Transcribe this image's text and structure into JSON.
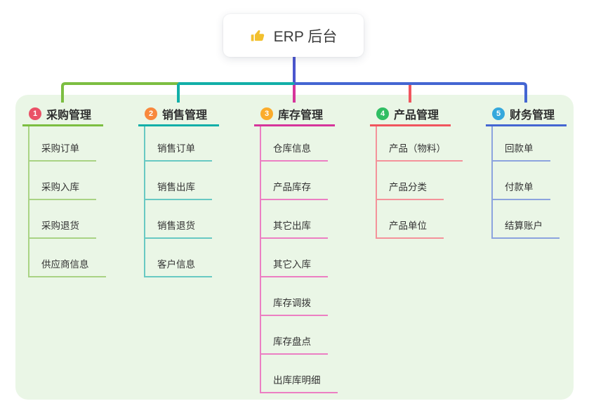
{
  "root": {
    "title": "ERP 后台",
    "icon": "thumbs-up-icon",
    "icon_color": "#F2C02E"
  },
  "panel": {
    "bg": "#EAF6E6"
  },
  "connector": {
    "root_line_color": "#4B56CE"
  },
  "branches": [
    {
      "num": "1",
      "label": "采购管理",
      "circle_color": "#EA5167",
      "line_color": "#7CBE41",
      "child_line_color": "#A9D384",
      "children": [
        "采购订单",
        "采购入库",
        "采购退货",
        "供应商信息"
      ]
    },
    {
      "num": "2",
      "label": "销售管理",
      "circle_color": "#F8883D",
      "line_color": "#12AFA8",
      "child_line_color": "#68C9C3",
      "children": [
        "销售订单",
        "销售出库",
        "销售退货",
        "客户信息"
      ]
    },
    {
      "num": "3",
      "label": "库存管理",
      "circle_color": "#FBAC2C",
      "line_color": "#D6359B",
      "child_line_color": "#EC7FC3",
      "children": [
        "仓库信息",
        "产品库存",
        "其它出库",
        "其它入库",
        "库存调拨",
        "库存盘点",
        "出库库明细"
      ]
    },
    {
      "num": "4",
      "label": "产品管理",
      "circle_color": "#30BE63",
      "line_color": "#F0555E",
      "child_line_color": "#F4929A",
      "children": [
        "产品（物料）",
        "产品分类",
        "产品单位"
      ]
    },
    {
      "num": "5",
      "label": "财务管理",
      "circle_color": "#35A8DC",
      "line_color": "#4466D2",
      "child_line_color": "#8CA3DE",
      "children": [
        "回款单",
        "付款单",
        "结算账户"
      ]
    }
  ]
}
